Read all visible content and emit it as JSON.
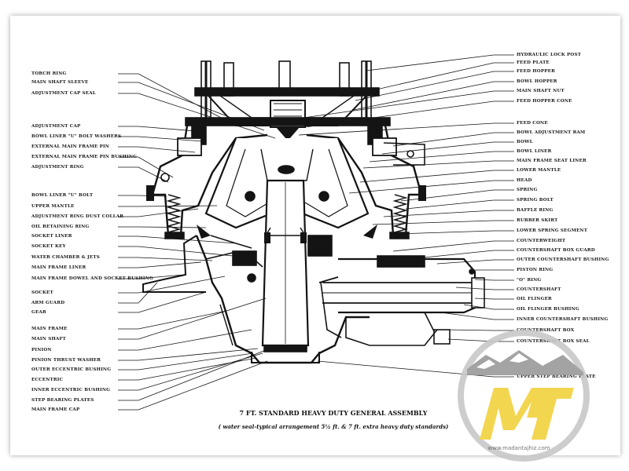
{
  "diagram": {
    "title": "7 FT. STANDARD HEAVY DUTY GENERAL ASSEMBLY",
    "subtitle": "( water seal-typical arrangement 5½ ft. & 7 ft. extra heavy duty standards)",
    "left_labels": [
      "TORCH RING",
      "MAIN SHAFT SLEEVE",
      "ADJUSTMENT CAP SEAL",
      "ADJUSTMENT CAP",
      "BOWL LINER \"U\" BOLT WASHERS",
      "EXTERNAL MAIN FRAME PIN",
      "EXTERNAL MAIN FRAME PIN BUSHING",
      "ADJUSTMENT RING",
      "BOWL LINER \"U\" BOLT",
      "UPPER MANTLE",
      "ADJUSTMENT RING DUST COLLAR",
      "OIL RETAINING RING",
      "SOCKET LINER",
      "SOCKET KEY",
      "WATER CHAMBER & JETS",
      "MAIN FRAME LINER",
      "MAIN FRAME DOWEL AND SOCKET BUSHING",
      "SOCKET",
      "ARM GUARD",
      "GEAR",
      "MAIN FRAME",
      "MAIN SHAFT",
      "PINION",
      "PINION THRUST WASHER",
      "OUTER ECCENTRIC BUSHING",
      "ECCENTRIC",
      "INNER ECCENTRIC BUSHING",
      "STEP BEARING PLATES",
      "MAIN FRAME CAP"
    ],
    "right_labels": [
      "HYDRAULIC LOCK POST",
      "FEED PLATE",
      "FEED HOPPER",
      "BOWL HOPPER",
      "MAIN SHAFT NUT",
      "FEED HOPPER CONE",
      "FEED CONE",
      "BOWL ADJUSTMENT RAM",
      "BOWL",
      "BOWL LINER",
      "MAIN FRAME SEAT LINER",
      "LOWER MANTLE",
      "HEAD",
      "SPRING",
      "SPRING BOLT",
      "BAFFLE RING",
      "RUBBER SKIRT",
      "LOWER SPRING SEGMENT",
      "COUNTERWEIGHT",
      "COUNTERSHAFT BOX GUARD",
      "OUTER COUNTERSHAFT BUSHING",
      "PISTON RING",
      "\"O\" RING",
      "COUNTERSHAFT",
      "OIL FLINGER",
      "OIL FLINGER BUSHING",
      "INNER COUNTERSHAFT BUSHING",
      "COUNTERSHAFT BOX",
      "COUNTERSHAFT BOX SEAL",
      "UPPER STEP BEARING PLATE"
    ]
  },
  "watermark": {
    "website": "www.madantajhiz.com",
    "colors": {
      "ring": "#c8c8c8",
      "letters": "#f2d23c",
      "mountain": "#9a9a9a"
    }
  },
  "colors": {
    "ink": "#141414",
    "background": "#ffffff"
  }
}
